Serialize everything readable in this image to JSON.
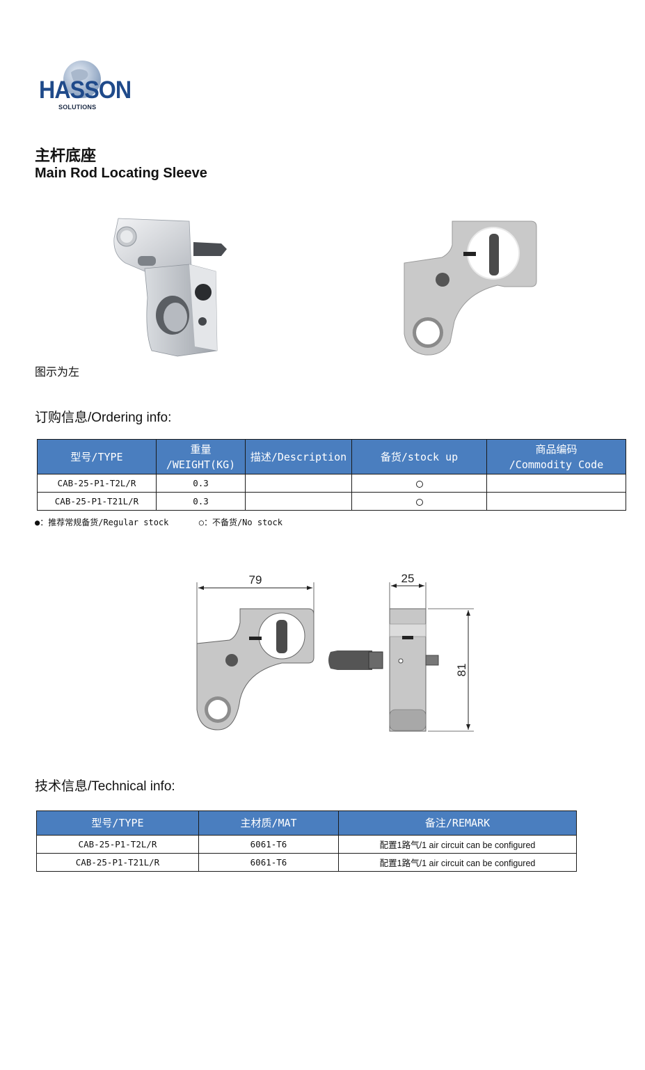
{
  "logo": {
    "name": "HASSON",
    "sub": "SOLUTIONS"
  },
  "title": {
    "cn": "主杆底座",
    "en": "Main Rod Locating Sleeve"
  },
  "caption": "图示为左",
  "ordering": {
    "title": "订购信息/Ordering info:",
    "headers": {
      "type": "型号/TYPE",
      "weight_1": "重量",
      "weight_2": "/WEIGHT(KG)",
      "description": "描述/Description",
      "stock": "备货/stock up",
      "code_1": "商品编码",
      "code_2": "/Commodity Code"
    },
    "rows": [
      {
        "type": "CAB-25-P1-T2L/R",
        "weight": "0.3",
        "description": "",
        "stock": "no-stock",
        "code": ""
      },
      {
        "type": "CAB-25-P1-T21L/R",
        "weight": "0.3",
        "description": "",
        "stock": "no-stock",
        "code": ""
      }
    ],
    "legend": {
      "regular": "●：推荐常规备货/Regular stock",
      "none": "○：不备货/No stock"
    }
  },
  "dimensions": {
    "width": "79",
    "thickness": "25",
    "height": "81"
  },
  "technical": {
    "title": "技术信息/Technical info:",
    "headers": {
      "type": "型号/TYPE",
      "mat": "主材质/MAT",
      "remark": "备注/REMARK"
    },
    "rows": [
      {
        "type": "CAB-25-P1-T2L/R",
        "mat": "6061-T6",
        "remark": "配置1路气/1 air circuit can be configured"
      },
      {
        "type": "CAB-25-P1-T21L/R",
        "mat": "6061-T6",
        "remark": "配置1路气/1 air circuit can be configured"
      }
    ]
  },
  "colors": {
    "header_bg": "#4a7ebf",
    "logo_blue": "#1f4a8a"
  }
}
